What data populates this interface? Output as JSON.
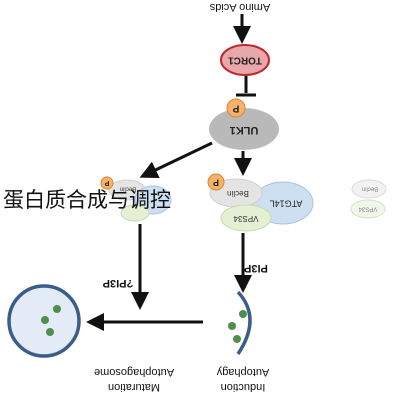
{
  "caption": "蛋白质合成与调控",
  "labels": {
    "amino_acids": "Amino Acids",
    "torc1": "TORC1",
    "ulk1": "ULK1",
    "p_ulk1": "P",
    "p_left": "P",
    "p_mid": "P",
    "beclin_left": "Beclin",
    "beclin_mid": "Beclin",
    "atg14l": "ATG14L",
    "vps34_mid": "VPS34",
    "beclin_right": "Beclin",
    "vps34_right": "VPS34",
    "pi3p_mid": "PI3P",
    "pi3p_left": "?PI3P",
    "autophagy_induction_1": "Autophagy",
    "autophagy_induction_2": "Induction",
    "autophagosome_maturation_1": "Autophagosome",
    "autophagosome_maturation_2": "Maturation"
  },
  "colors": {
    "torc1_fill": "#e7a7ab",
    "torc1_stroke": "#c0262d",
    "ulk1_fill": "#b9b9b9",
    "p_fill": "#f4b26b",
    "p_stroke": "#d9862a",
    "beclin_fill": "#e4e4e4",
    "atg14l_fill": "#cddff1",
    "vps34_fill": "#e4efd3",
    "vesicle_stroke": "#3a5d8b",
    "vesicle_fill": "#e3ecf6",
    "dot_fill": "#4f8f4b"
  }
}
